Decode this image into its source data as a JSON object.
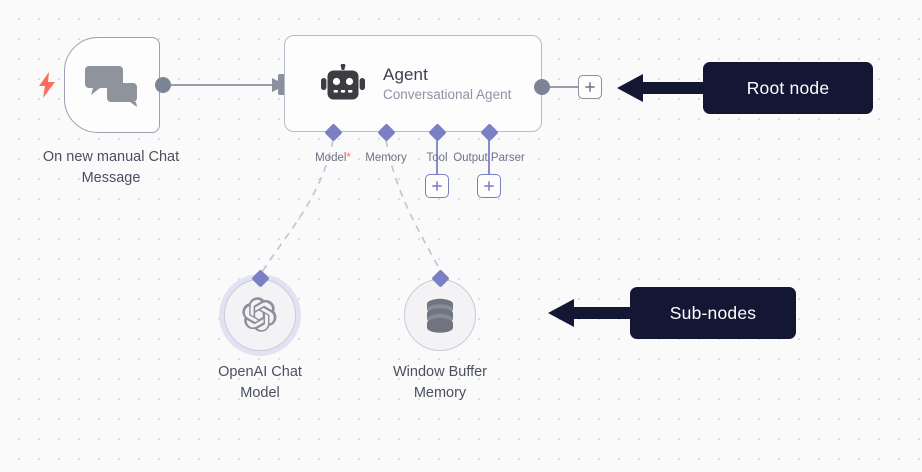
{
  "canvas": {
    "background_color": "#fafafb",
    "dot_color": "#dddde3"
  },
  "nodes": {
    "trigger": {
      "caption": "On new manual Chat\nMessage",
      "icon": "chat-bubbles-icon",
      "badge_icon": "lightning-bolt-icon",
      "badge_color": "#ff6d5a"
    },
    "agent": {
      "title": "Agent",
      "subtitle": "Conversational Agent",
      "icon": "robot-icon",
      "ports": [
        {
          "label": "Model",
          "required": true,
          "required_marker": "*",
          "has_plus": false
        },
        {
          "label": "Memory",
          "required": false,
          "required_marker": "",
          "has_plus": false
        },
        {
          "label": "Tool",
          "required": false,
          "required_marker": "",
          "has_plus": true
        },
        {
          "label": "Output Parser",
          "required": false,
          "required_marker": "",
          "has_plus": true
        }
      ]
    },
    "openai_model": {
      "caption": "OpenAI Chat\nModel",
      "icon": "openai-logo-icon"
    },
    "window_memory": {
      "caption": "Window Buffer\nMemory",
      "icon": "database-icon"
    }
  },
  "buttons": {
    "add_next_node": "+",
    "add_tool": "+",
    "add_output_parser": "+"
  },
  "annotations": [
    {
      "text": "Root node",
      "background": "#141734",
      "text_color": "#ffffff"
    },
    {
      "text": "Sub-nodes",
      "background": "#141734",
      "text_color": "#ffffff"
    }
  ],
  "colors": {
    "accent_purple": "#7b7fc4",
    "port_gray": "#7d8496",
    "required_red": "#ff6d5a",
    "node_border": "#b8bcc9"
  }
}
